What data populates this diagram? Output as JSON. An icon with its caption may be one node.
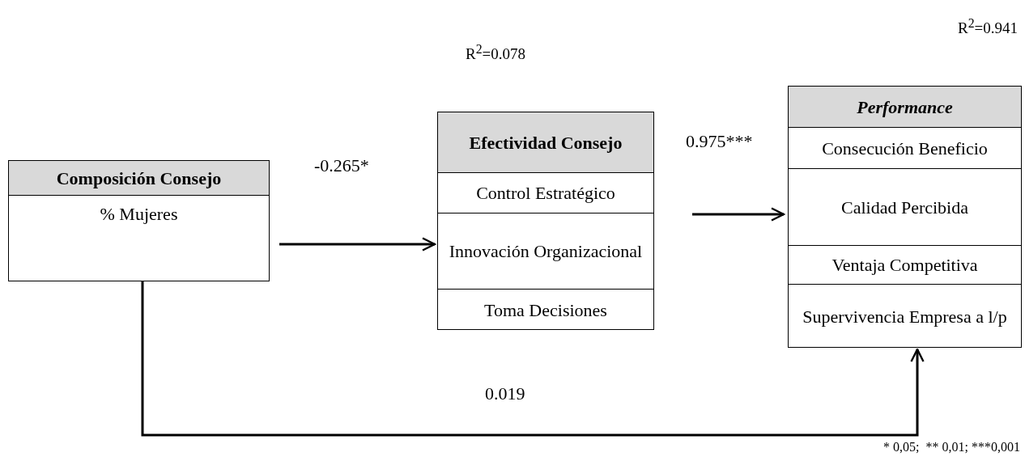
{
  "diagram": {
    "nodes": [
      {
        "text": [
          "Composición Consejo",
          "% Mujeres"
        ]
      },
      {
        "text": [
          "Efectividad Consejo",
          "Control Estratégico",
          "Innovación Organizacional",
          "Toma Decisiones"
        ],
        "beside": [
          "R$^{2}$=0.078"
        ]
      },
      {
        "text": [
          "Performance",
          "Consecución Beneficio",
          "Calidad Percibida",
          "Ventaja Competitiva",
          "Supervivencia Empresa a l/p"
        ],
        "beside": [
          "R$^{2}$=0.941"
        ]
      }
    ],
    "edges": [
      {
        "from": 0,
        "to": 1,
        "arrow": "to",
        "label": "-0.265*"
      },
      {
        "from": 1,
        "to": 2,
        "arrow": "to",
        "label": "0.975***"
      },
      {
        "from": 0,
        "to": 2,
        "arrow": "to",
        "label": "0.019"
      }
    ],
    "labels": [
      "* 0,05;  ** 0,01; ***0,001"
    ]
  }
}
